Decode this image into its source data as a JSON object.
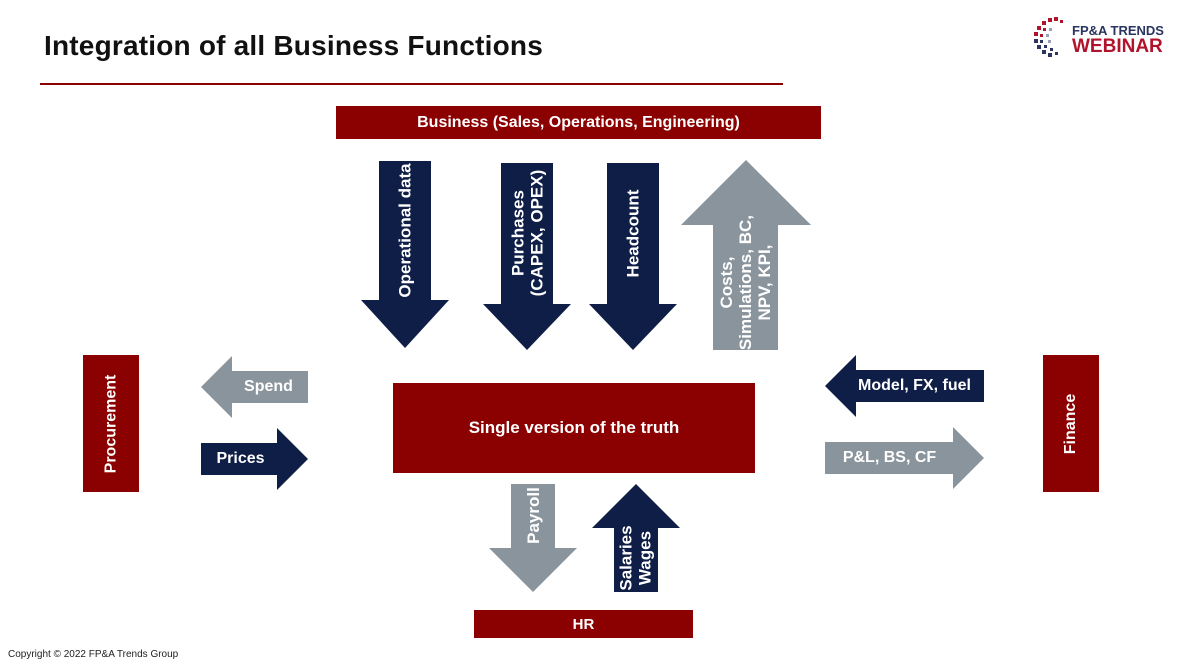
{
  "slide": {
    "title": "Integration of all Business Functions",
    "footer": "Copyright © 2022 FP&A Trends Group"
  },
  "logo": {
    "line1": "FP&A TRENDS",
    "line2": "WEBINAR"
  },
  "nodes": {
    "business": "Business (Sales, Operations, Engineering)",
    "truth": "Single version of the truth",
    "hr": "HR",
    "procurement": "Procurement",
    "finance": "Finance"
  },
  "arrows": {
    "operational_data": "Operational data",
    "purchases": "Purchases\n(CAPEX, OPEX)",
    "headcount": "Headcount",
    "costs": "Costs,\nSimulations, BC,\nNPV, KPI,",
    "spend": "Spend",
    "prices": "Prices",
    "model_fx_fuel": "Model, FX, fuel",
    "pl_bs_cf": "P&L, BS, CF",
    "payroll": "Payroll",
    "salaries_wages": "Salaries\nWages"
  },
  "colors": {
    "dark_red": "#8b0000",
    "navy": "#0f1e46",
    "gray": "#8a949d",
    "white": "#ffffff"
  }
}
